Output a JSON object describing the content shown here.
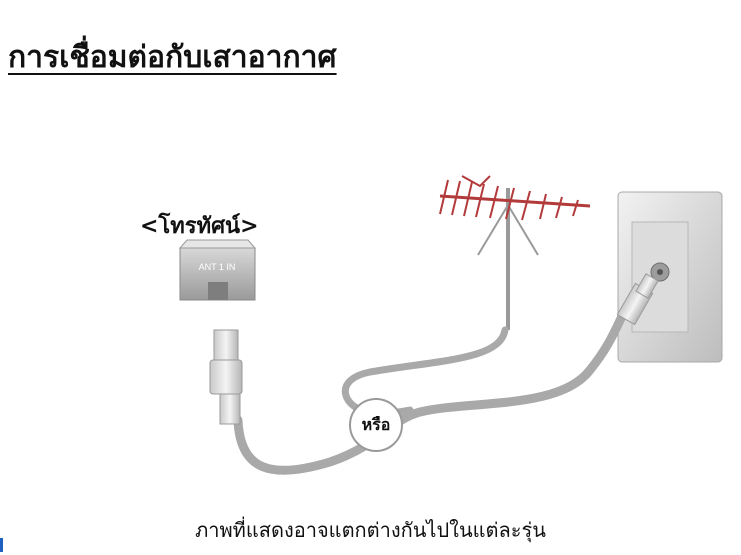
{
  "title": "การเชื่อมต่อกับเสาอากาศ",
  "tv_label": "<โทรทัศน์>",
  "port_label": "ANT 1 IN",
  "or_label": "หรือ",
  "caption": "ภาพที่แสดงอาจแตกต่างกันไปในแต่ละรุ่น"
}
